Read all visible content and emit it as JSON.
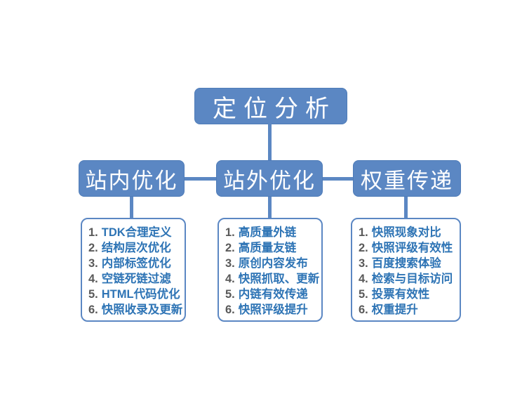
{
  "colors": {
    "node_fill": "#5b87c3",
    "node_border": "#4f7cb8",
    "node_text": "#ffffff",
    "list_border": "#5b87c3",
    "item_text": "#2e74b5",
    "item_number": "#595959",
    "background": "#ffffff"
  },
  "root": {
    "label": "定位分析"
  },
  "branches": [
    {
      "label": "站内优化",
      "items": [
        {
          "num": "1.",
          "text": "TDK合理定义"
        },
        {
          "num": "2.",
          "text": "结构层次优化"
        },
        {
          "num": "3.",
          "text": "内部标签优化"
        },
        {
          "num": "4.",
          "text": "空链死链过滤"
        },
        {
          "num": "5.",
          "text": "HTML代码优化"
        },
        {
          "num": "6.",
          "text": "快照收录及更新"
        }
      ]
    },
    {
      "label": "站外优化",
      "items": [
        {
          "num": "1.",
          "text": "高质量外链"
        },
        {
          "num": "2.",
          "text": "高质量友链"
        },
        {
          "num": "3.",
          "text": "原创内容发布"
        },
        {
          "num": "4.",
          "text": "快照抓取、更新"
        },
        {
          "num": "5.",
          "text": "内链有效传递"
        },
        {
          "num": "6.",
          "text": "快照评级提升"
        }
      ]
    },
    {
      "label": "权重传递",
      "items": [
        {
          "num": "1.",
          "text": "快照现象对比"
        },
        {
          "num": "2.",
          "text": "快照评级有效性"
        },
        {
          "num": "3.",
          "text": "百度搜索体验"
        },
        {
          "num": "4.",
          "text": "检索与目标访问"
        },
        {
          "num": "5.",
          "text": "投票有效性"
        },
        {
          "num": "6.",
          "text": "权重提升"
        }
      ]
    }
  ]
}
